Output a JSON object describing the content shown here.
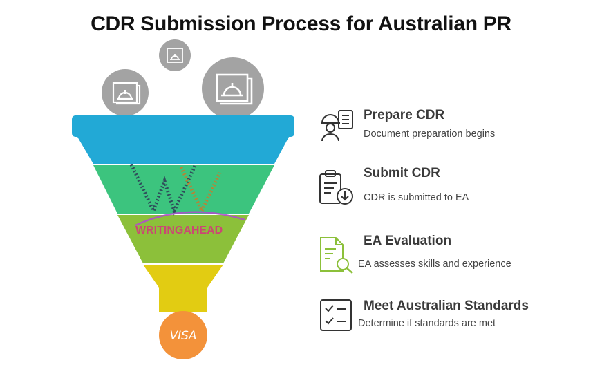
{
  "title": "CDR Submission Process for Australian PR",
  "funnel": {
    "layers": [
      {
        "name": "top",
        "color": "#22a9d6"
      },
      {
        "name": "second",
        "color": "#3cc47e"
      },
      {
        "name": "third",
        "color": "#8cc03a"
      },
      {
        "name": "fourth",
        "color": "#e2cc12"
      }
    ],
    "output_label": "VISA",
    "output_color": "#f3923a",
    "watermark": "WRITINGAHEAD"
  },
  "steps": [
    {
      "title": "Prepare CDR",
      "description": "Document preparation begins",
      "icon": "engineer-checklist-icon"
    },
    {
      "title": "Submit CDR",
      "description": "CDR is submitted to EA",
      "icon": "clipboard-download-icon"
    },
    {
      "title": "EA Evaluation",
      "description": "EA assesses skills and experience",
      "icon": "document-search-icon"
    },
    {
      "title": "Meet Australian Standards",
      "description": "Determine if standards are met",
      "icon": "checklist-icon"
    }
  ]
}
